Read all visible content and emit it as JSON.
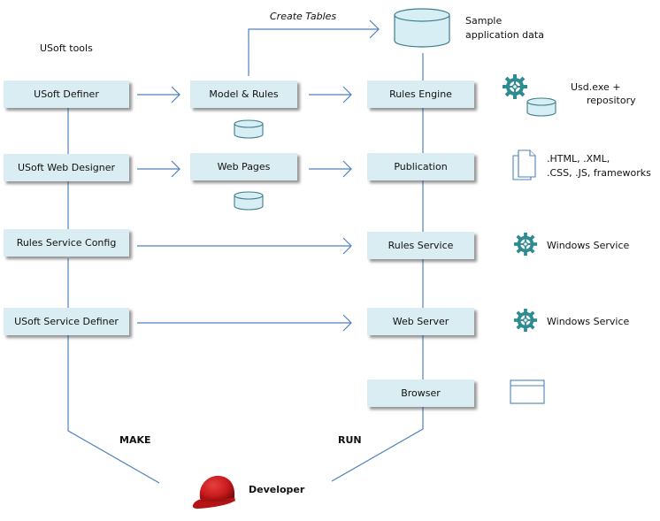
{
  "diagram": {
    "section_label": "USoft tools",
    "create_tables_label": "Create Tables",
    "make_label": "MAKE",
    "run_label": "RUN",
    "developer_label": "Developer",
    "tools": [
      {
        "label": "USoft Definer"
      },
      {
        "label": "USoft Web Designer"
      },
      {
        "label": "Rules Service Config"
      },
      {
        "label": "USoft Service Definer"
      }
    ],
    "artifacts": [
      {
        "label": "Model & Rules"
      },
      {
        "label": "Web Pages"
      }
    ],
    "runtime": [
      {
        "label": "Rules Engine"
      },
      {
        "label": "Publication"
      },
      {
        "label": "Rules Service"
      },
      {
        "label": "Web Server"
      },
      {
        "label": "Browser"
      }
    ],
    "annotations": {
      "sample_data_line1": "Sample",
      "sample_data_line2": "application data",
      "usd_line1": "Usd.exe +",
      "usd_line2": "repository",
      "files_line1": ".HTML, .XML,",
      "files_line2": ".CSS, .JS, frameworks",
      "rules_service_note": "Windows Service",
      "web_server_note": "Windows Service"
    },
    "icons": {
      "database": "database-icon",
      "gear": "gear-icon",
      "documents": "documents-icon",
      "window": "browser-window-icon",
      "hardhat": "hard-hat-icon"
    },
    "colors": {
      "box_fill": "#daedf3",
      "line": "#4f81bd",
      "gear": "#2e8b91",
      "db_fill": "#d6eef4",
      "db_stroke": "#3d7d88",
      "helmet": "#c8191c"
    }
  }
}
